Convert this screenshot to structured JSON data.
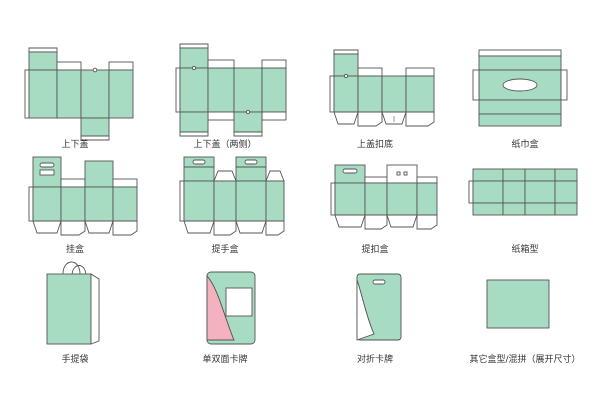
{
  "colors": {
    "fill": "#a7dcc3",
    "stroke": "#555555",
    "accent": "#f3b2bd",
    "background": "#ffffff"
  },
  "items": [
    {
      "label": "上下盖"
    },
    {
      "label": "上下盖（两侧）"
    },
    {
      "label": "上盖扣底"
    },
    {
      "label": "纸巾盒"
    },
    {
      "label": "挂盒"
    },
    {
      "label": "提手盒"
    },
    {
      "label": "提扣盒"
    },
    {
      "label": "纸箱型"
    },
    {
      "label": "手提袋"
    },
    {
      "label": "单双面卡牌"
    },
    {
      "label": "对折卡牌"
    },
    {
      "label": "其它盒型/混拼（展开尺寸）"
    }
  ]
}
